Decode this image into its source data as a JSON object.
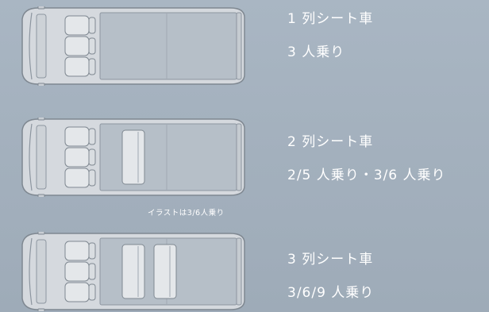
{
  "configurations": [
    {
      "title": "1 列シート車",
      "capacity": "3 人乗り",
      "rear_seat_rows": 0
    },
    {
      "title": "2 列シート車",
      "capacity": "2/5 人乗り・3/6 人乗り",
      "rear_seat_rows": 1
    },
    {
      "title": "3 列シート車",
      "capacity": "3/6/9 人乗り",
      "rear_seat_rows": 2
    }
  ],
  "note": "イラストは3/6人乗り",
  "colors": {
    "background": "#a7b4c1",
    "van_body": "#d5d9de",
    "cargo_floor": "#b6bfc8",
    "seat": "#e4e7ea",
    "text": "#ffffff"
  }
}
